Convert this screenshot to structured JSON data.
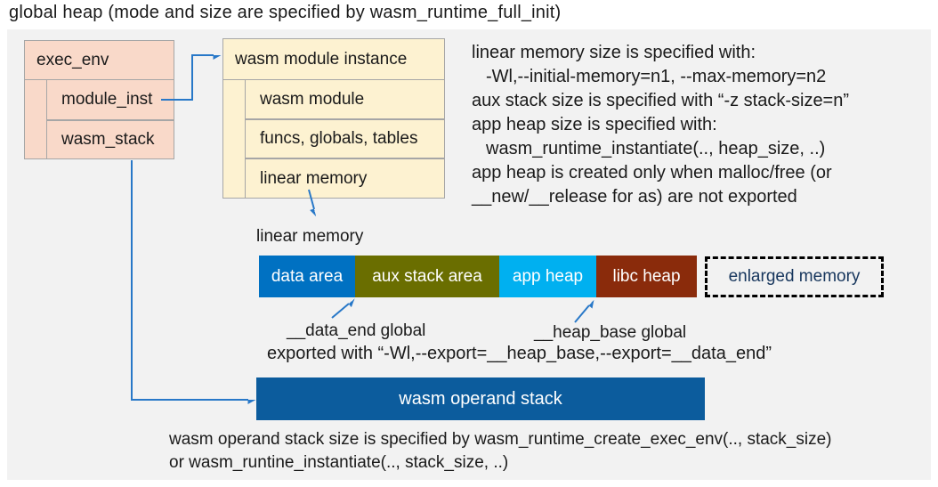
{
  "title": "global heap (mode and size are specified by wasm_runtime_full_init)",
  "exec_env": {
    "header": "exec_env",
    "rows": [
      "module_inst",
      "wasm_stack"
    ]
  },
  "module_instance": {
    "header": "wasm module instance",
    "rows": [
      "wasm module",
      "funcs, globals, tables",
      "linear memory"
    ]
  },
  "notes": {
    "lines": [
      "linear memory size is specified with:",
      "-Wl,--initial-memory=n1, --max-memory=n2",
      "aux stack size is specified with “-z stack-size=n”",
      "app heap size is specified with:",
      "wasm_runtime_instantiate(.., heap_size, ..)",
      "app heap is created only when malloc/free (or",
      "__new/__release for as) are not exported"
    ]
  },
  "linear_memory": {
    "label": "linear memory",
    "segments": [
      {
        "label": "data area",
        "color": "#0071c2"
      },
      {
        "label": "aux stack area",
        "color": "#6a6e00"
      },
      {
        "label": "app heap",
        "color": "#00b0f0"
      },
      {
        "label": "libc heap",
        "color": "#8a2b0b"
      },
      {
        "label": "enlarged memory",
        "color": null
      }
    ],
    "data_end_label": "__data_end global",
    "heap_base_label": "__heap_base global",
    "export_note": "exported with “-Wl,--export=__heap_base,--export=__data_end”"
  },
  "operand_stack": {
    "label": "wasm operand stack",
    "color": "#0c5c9d"
  },
  "footer": {
    "lines": [
      "wasm operand stack size is specified by wasm_runtime_create_exec_env(.., stack_size)",
      "or wasm_runtine_instantiate(.., stack_size, ..)"
    ]
  },
  "colors": {
    "panel_bg": "#f2f2f2",
    "exec_env_fill": "#f9d9c9",
    "module_instance_fill": "#fdf2d1",
    "box_border": "#a6a6a6",
    "connector_blue": "#2878c8",
    "enlarged_text": "#17365d"
  }
}
